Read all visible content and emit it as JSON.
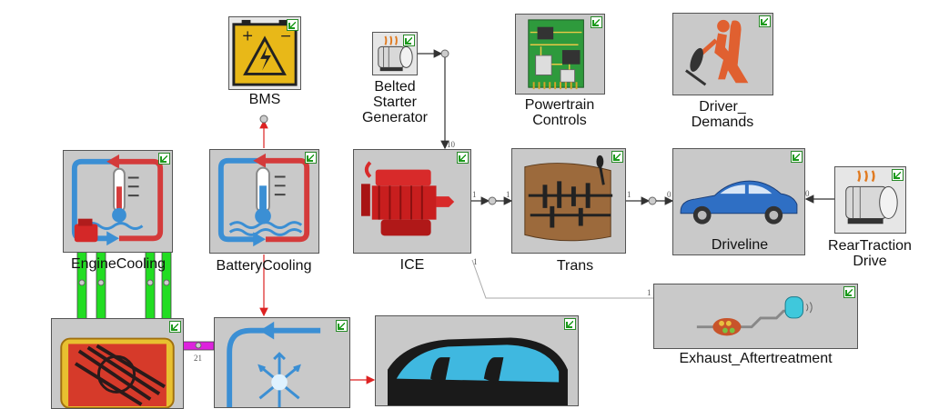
{
  "blocks": {
    "bms": {
      "label": "BMS"
    },
    "belted_starter_generator": {
      "label_lines": [
        "Belted",
        "Starter",
        "Generator"
      ]
    },
    "powertrain_controls": {
      "label_lines": [
        "Powertrain",
        "Controls"
      ]
    },
    "driver_demands": {
      "label_lines": [
        "Driver_",
        "Demands"
      ]
    },
    "engine_cooling": {
      "label": "EngineCooling"
    },
    "battery_cooling": {
      "label": "BatteryCooling"
    },
    "ice": {
      "label": "ICE"
    },
    "trans": {
      "label": "Trans"
    },
    "driveline": {
      "label": "Driveline"
    },
    "rear_traction_drive": {
      "label_lines": [
        "RearTraction",
        "Drive"
      ]
    },
    "exhaust_aftertreatment": {
      "label": "Exhaust_Aftertreatment"
    }
  },
  "port_numbers": {
    "bsg_to_ice": "10",
    "ice_out": "1",
    "trans_in": "1",
    "trans_out": "1",
    "driveline_in": "0",
    "driveline_out": "0",
    "ice_exhaust": "1",
    "exhaust_in": "1",
    "radiator_link": "21"
  },
  "colors": {
    "block_bg": "#c9c9c9",
    "coolant_link": "#22dd22",
    "thermal_link": "#dd22dd",
    "signal_wire": "#dd2222",
    "mech_wire": "#333333",
    "exhaust_wire": "#aaaaaa"
  }
}
